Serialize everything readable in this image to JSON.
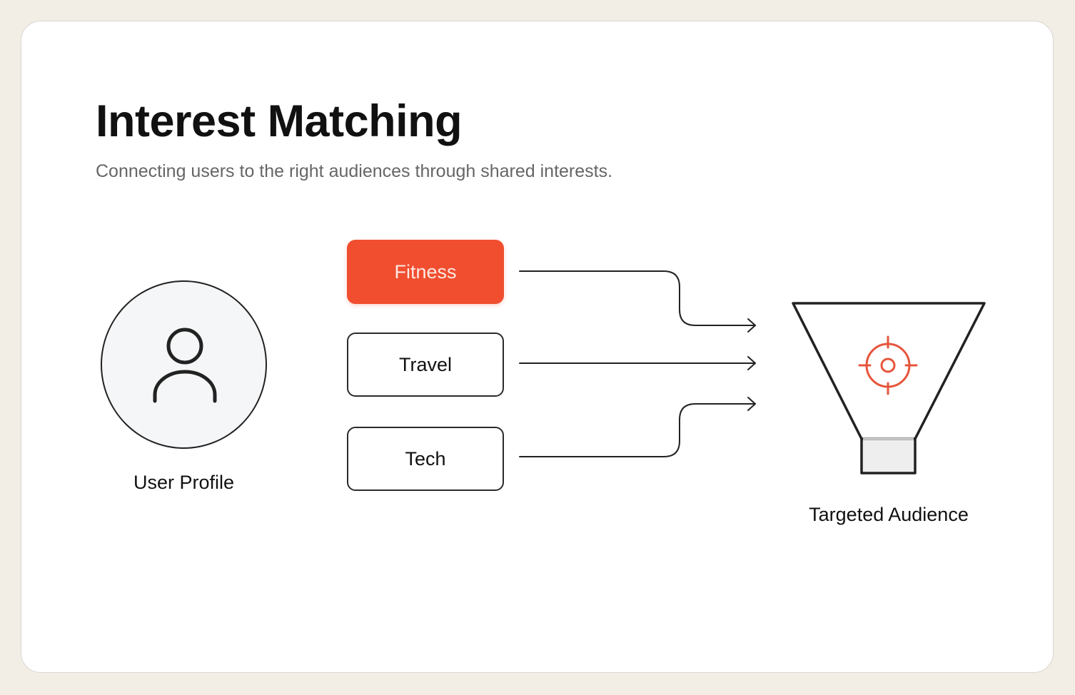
{
  "header": {
    "title": "Interest Matching",
    "subtitle": "Connecting users to the right audiences through shared interests."
  },
  "user": {
    "label": "User Profile",
    "icon": "user-icon"
  },
  "interests": [
    {
      "label": "Fitness",
      "active": true
    },
    {
      "label": "Travel",
      "active": false
    },
    {
      "label": "Tech",
      "active": false
    }
  ],
  "audience": {
    "label": "Targeted Audience",
    "icon": "target-icon"
  },
  "colors": {
    "accent": "#f04e2f",
    "background": "#f2eee6",
    "card": "#ffffff",
    "stroke": "#222222"
  }
}
